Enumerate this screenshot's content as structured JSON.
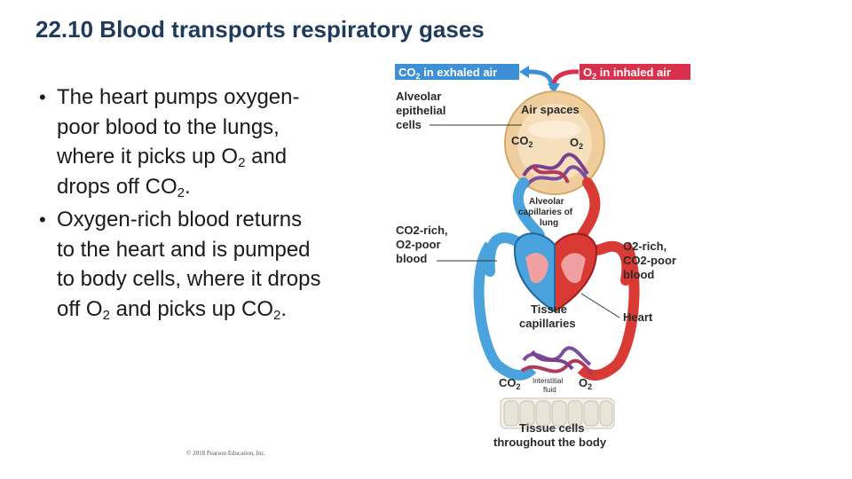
{
  "title": "22.10 Blood transports respiratory gases",
  "bullets": [
    {
      "text_parts": [
        "The heart pumps oxygen-poor blood to the lungs, where it picks up O",
        "2",
        " and drops off CO",
        "2",
        "."
      ]
    },
    {
      "text_parts": [
        "Oxygen-rich blood returns to the heart and is pumped to body cells, where it drops off O",
        "2",
        " and picks up CO",
        "2",
        "."
      ]
    }
  ],
  "copyright": "© 2018 Pearson Education, Inc.",
  "diagram": {
    "banner_exhaled": {
      "prefix": "CO",
      "sub": "2",
      "suffix": " in exhaled air"
    },
    "banner_inhaled": {
      "prefix": "O",
      "sub": "2",
      "suffix": " in inhaled air"
    },
    "air_spaces": "Air spaces",
    "alveolar_epithelial": [
      "Alveolar",
      "epithelial",
      "cells"
    ],
    "co2_top": {
      "prefix": "CO",
      "sub": "2"
    },
    "o2_top": {
      "prefix": "O",
      "sub": "2"
    },
    "alveolar_capillaries": [
      "Alveolar",
      "capillaries of",
      "lung"
    ],
    "co2_rich": [
      "CO2-rich,",
      "O2-poor",
      "blood"
    ],
    "o2_rich": [
      "O2-rich,",
      "CO2-poor",
      "blood"
    ],
    "tissue_capillaries": [
      "Tissue",
      "capillaries"
    ],
    "heart": "Heart",
    "co2_bottom": {
      "prefix": "CO",
      "sub": "2"
    },
    "o2_bottom": {
      "prefix": "O",
      "sub": "2"
    },
    "interstitial": [
      "Interstitial",
      "fluid"
    ],
    "tissue_cells": [
      "Tissue cells",
      "throughout the body"
    ],
    "colors": {
      "blue_vessel": "#4aa3dc",
      "red_vessel": "#d93a33",
      "banner_blue": "#3d8fd6",
      "banner_red": "#d9304b",
      "alveolus": "#f0cfa0",
      "title": "#1f3a5a"
    }
  }
}
